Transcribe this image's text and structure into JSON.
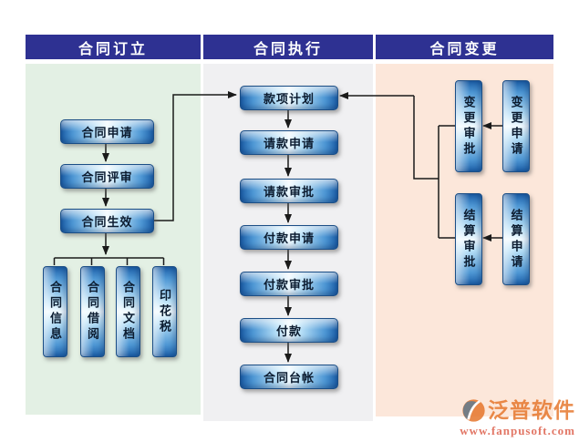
{
  "columns": [
    {
      "header": "合同订立"
    },
    {
      "header": "合同执行"
    },
    {
      "header": "合同变更"
    }
  ],
  "establish": {
    "steps": [
      "合同申请",
      "合同评审",
      "合同生效"
    ],
    "outputs": [
      "合同信息",
      "合同借阅",
      "合同文档",
      "印花税"
    ]
  },
  "execute": {
    "steps": [
      "款项计划",
      "请款申请",
      "请款审批",
      "付款申请",
      "付款审批",
      "付款",
      "合同台帐"
    ]
  },
  "change": {
    "pairs": [
      {
        "approval": "变更审批",
        "request": "变更申请"
      },
      {
        "approval": "结算审批",
        "request": "结算申请"
      }
    ]
  },
  "watermark": {
    "brand": "泛普软件",
    "url": "www.fanpusoft.com"
  },
  "colors": {
    "header_bg": "#2e3192",
    "establish_bg": "#e3f0e4",
    "execute_bg": "#f0f0f2",
    "change_bg": "#fce7da",
    "node_dark": "#1c5fa8",
    "node_light": "#f0faff",
    "connector": "#1a1a1a",
    "logo_orange": "#e6772d",
    "logo_slate": "#5d6b77",
    "url_red": "#dd5f4b"
  }
}
